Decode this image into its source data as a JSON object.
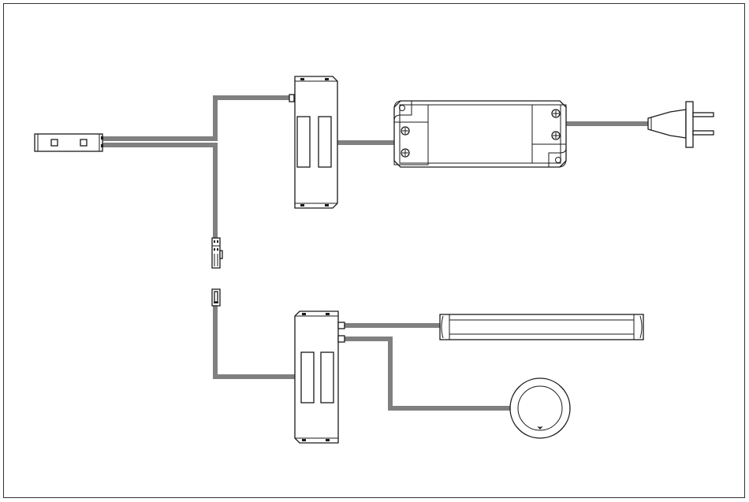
{
  "diagram": {
    "background": "#ffffff",
    "cable_color": "#808080",
    "line_color": "#1a1a1a",
    "components": [
      "switch-sensor",
      "distributor-block",
      "power-driver",
      "mains-plug",
      "connector-plug",
      "connector-socket",
      "distributor-block-2",
      "led-bar-light",
      "round-spot-light"
    ]
  }
}
